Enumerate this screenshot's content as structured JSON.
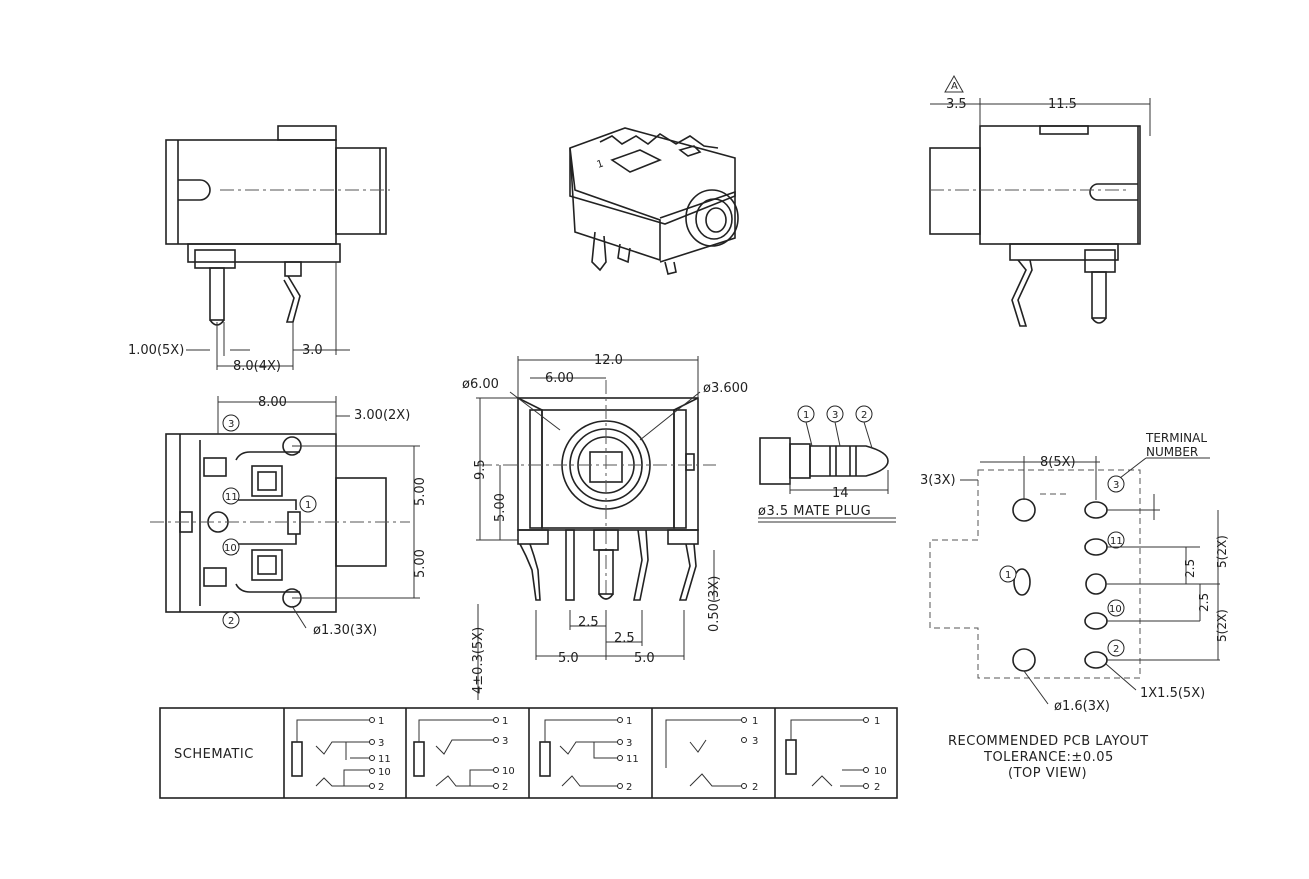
{
  "dims": {
    "d100_5x": "1.00(5X)",
    "d80_4x": "8.0(4X)",
    "d30": "3.0",
    "d800": "8.00",
    "d300_2x": "3.00(2X)",
    "d500a": "5.00",
    "d500b": "5.00",
    "d130_3x": "ø1.30(3X)",
    "d120": "12.0",
    "d600": "6.00",
    "dphi600": "ø6.00",
    "dphi3600": "ø3.600",
    "d95": "9.5",
    "d500c": "5.00",
    "d25a": "2.5",
    "d25b": "2.5",
    "d50a": "5.0",
    "d50b": "5.0",
    "d050_3x": "0.50(3X)",
    "d4_5x": "4±0.3(5X)",
    "d35": "3.5",
    "d115": "11.5",
    "rev": "A",
    "d14": "14",
    "mate_plug": "ø3.5 MATE PLUG",
    "d3_3x": "3(3X)",
    "d8_5x": "8(5X)",
    "terminal_number_1": "TERMINAL",
    "terminal_number_2": "NUMBER",
    "d25c": "2.5",
    "d25d": "2.5",
    "d5_2xa": "5(2X)",
    "d5_2xb": "5(2X)",
    "d16_3x": "ø1.6(3X)",
    "d1x15_5x": "1X1.5(5X)"
  },
  "pins": {
    "p1": "1",
    "p2": "2",
    "p3": "3",
    "p10": "10",
    "p11": "11"
  },
  "schematic": {
    "title": "SCHEMATIC",
    "cells": [
      {
        "pins": [
          "1",
          "3",
          "11",
          "10",
          "2"
        ]
      },
      {
        "pins": [
          "1",
          "3",
          "10",
          "2"
        ]
      },
      {
        "pins": [
          "1",
          "3",
          "11",
          "2"
        ]
      },
      {
        "pins": [
          "1",
          "3",
          "2"
        ]
      },
      {
        "pins": [
          "1",
          "10",
          "2"
        ]
      }
    ]
  },
  "notes": {
    "line1": "RECOMMENDED PCB LAYOUT",
    "line2": "TOLERANCE:±0.05",
    "line3": "(TOP VIEW)"
  }
}
